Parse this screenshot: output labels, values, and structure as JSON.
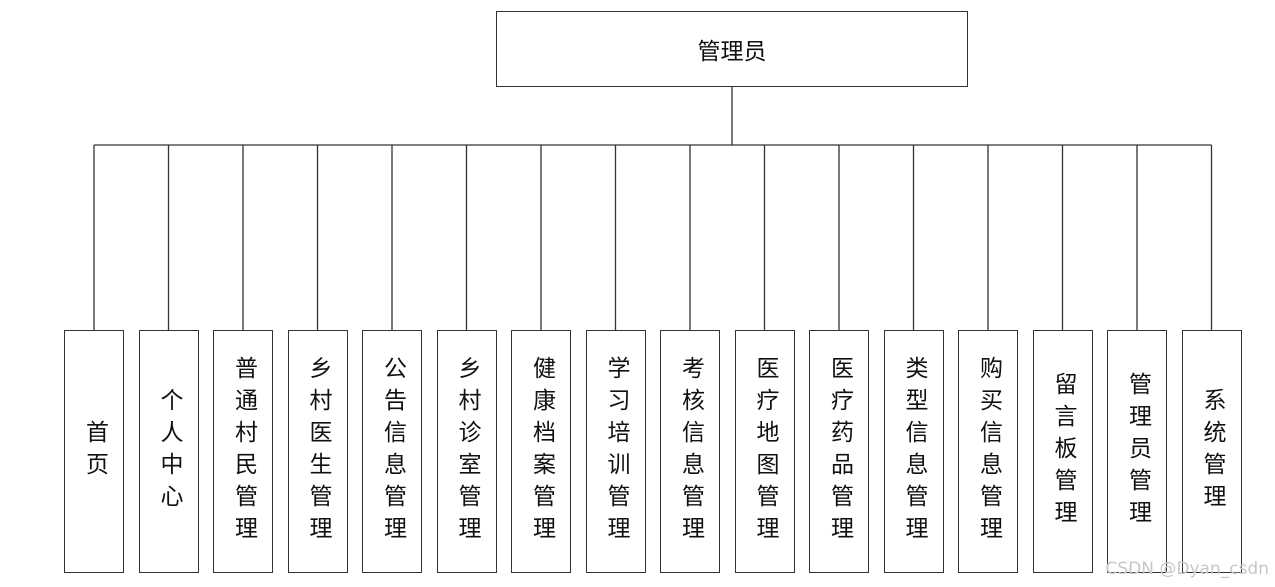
{
  "root": {
    "label": "管理员"
  },
  "children": [
    {
      "label": "首页"
    },
    {
      "label": "个人中心"
    },
    {
      "label": "普通村民管理"
    },
    {
      "label": "乡村医生管理"
    },
    {
      "label": "公告信息管理"
    },
    {
      "label": "乡村诊室管理"
    },
    {
      "label": "健康档案管理"
    },
    {
      "label": "学习培训管理"
    },
    {
      "label": "考核信息管理"
    },
    {
      "label": "医疗地图管理"
    },
    {
      "label": "医疗药品管理"
    },
    {
      "label": "类型信息管理"
    },
    {
      "label": "购买信息管理"
    },
    {
      "label": "留言板管理"
    },
    {
      "label": "管理员管理"
    },
    {
      "label": "系统管理"
    }
  ],
  "watermark": "CSDN @Dyan_csdn",
  "colors": {
    "line": "#333333",
    "text": "#111111",
    "watermark": "#c7c7c7"
  }
}
